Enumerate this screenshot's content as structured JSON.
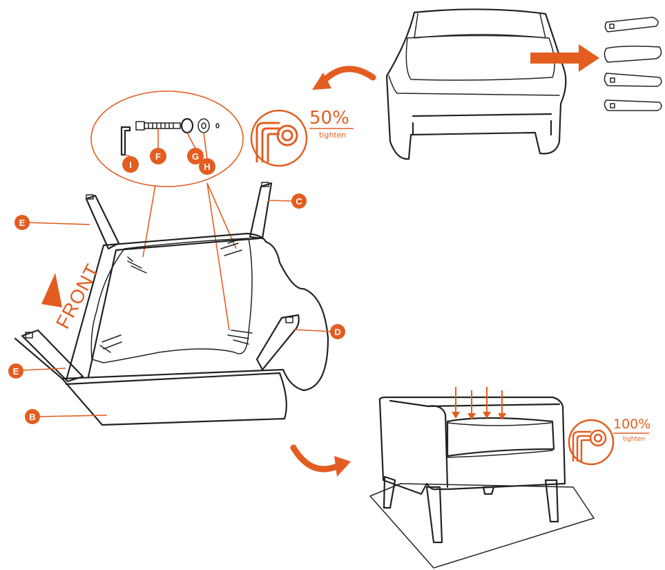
{
  "accent_color": "#e35d20",
  "labels": {
    "B": "B",
    "C": "C",
    "D": "D",
    "E_top": "E",
    "E_bottom": "E",
    "F": "F",
    "G": "G",
    "H": "H",
    "I": "I"
  },
  "front_text": "FRONT",
  "tighten_first": {
    "percent": "50%",
    "word": "tighten"
  },
  "tighten_final": {
    "percent": "100%",
    "word": "tighten"
  },
  "icons": [
    "allen-key-icon",
    "bolt-icon",
    "spring-washer-icon",
    "flat-washer-icon",
    "curved-arrow-icon",
    "right-arrow-icon",
    "tighten-wrench-icon"
  ]
}
